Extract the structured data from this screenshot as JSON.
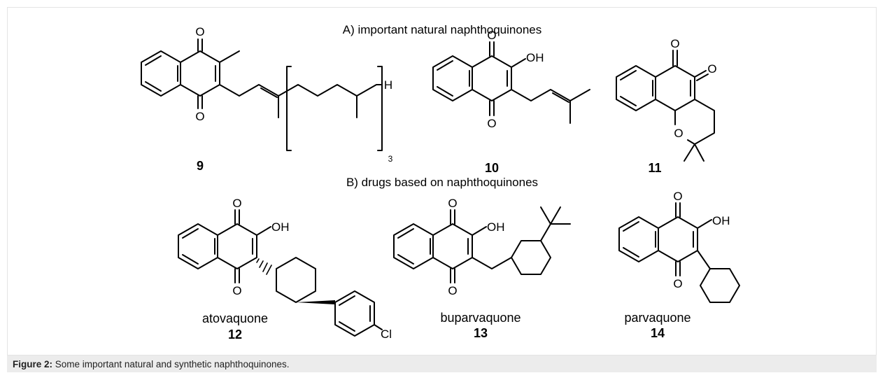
{
  "section_a_title": "A) important natural naphthoquinones",
  "section_b_title": "B) drugs based on naphthoquinones",
  "caption": {
    "label": "Figure 2:",
    "text": "Some important natural and synthetic naphthoquinones."
  },
  "atoms": {
    "O": "O",
    "OH": "OH",
    "H": "H",
    "Cl": "Cl",
    "repeat_subscript": "3"
  },
  "compounds": [
    {
      "number": "9",
      "name": ""
    },
    {
      "number": "10",
      "name": ""
    },
    {
      "number": "11",
      "name": ""
    },
    {
      "number": "12",
      "name": "atovaquone"
    },
    {
      "number": "13",
      "name": "buparvaquone"
    },
    {
      "number": "14",
      "name": "parvaquone"
    }
  ]
}
